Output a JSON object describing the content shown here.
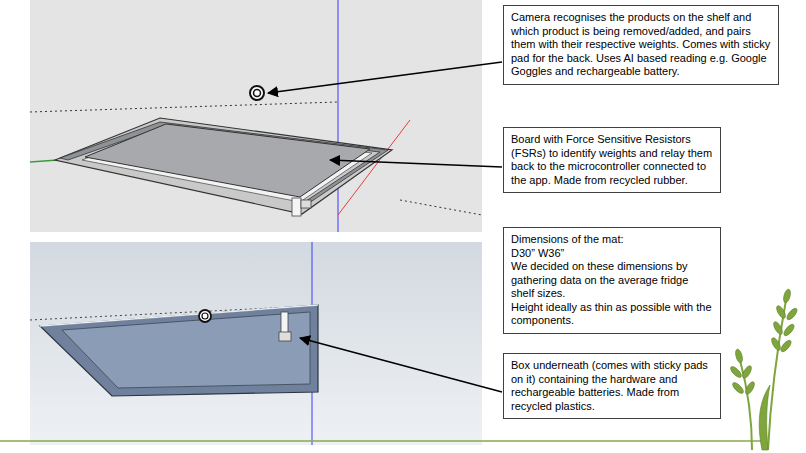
{
  "diagram": {
    "nodes": [
      {
        "text": [
          "Camera recognises the products on the shelf and which product is being removed/added, and pairs them with their respective weights. Comes with sticky pad for the back. Uses AI based reading e.g. Google Goggles and rechargeable battery."
        ]
      },
      {
        "text": [
          "Board with Force Sensitive Resistors (FSRs) to identify weights and relay them back to the microcontroller connected to the app. Made from recycled rubber."
        ]
      },
      {
        "text": [
          "Dimensions of the mat:",
          "D30” W36”",
          "We decided on these dimensions by gathering data on the average fridge shelf sizes.",
          "Height ideally as thin as possible with the components."
        ]
      },
      {
        "text": [
          "Box underneath (comes with sticky pads on it) containing the hardware and rechargeable batteries. Made from recycled plastics."
        ]
      }
    ],
    "edges": []
  }
}
